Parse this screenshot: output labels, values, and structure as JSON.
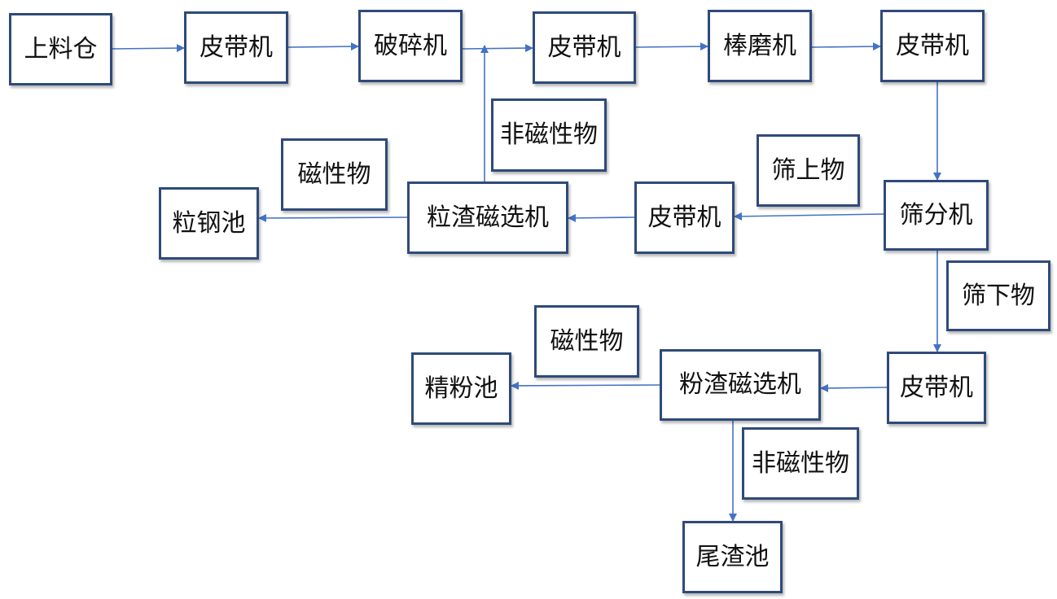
{
  "nodes": {
    "feed_bin": "上料仓",
    "belt_1": "皮带机",
    "crusher": "破碎机",
    "belt_2": "皮带机",
    "rod_mill": "棒磨机",
    "belt_3": "皮带机",
    "screen": "筛分机",
    "belt_4": "皮带机",
    "granule_separator": "粒渣磁选机",
    "granule_steel_pool": "粒钢池",
    "belt_5": "皮带机",
    "powder_separator": "粉渣磁选机",
    "fine_powder_pool": "精粉池",
    "tailings_pool": "尾渣池"
  },
  "labels": {
    "non_magnetic_1": "非磁性物",
    "magnetic_1": "磁性物",
    "oversize": "筛上物",
    "undersize": "筛下物",
    "magnetic_2": "磁性物",
    "non_magnetic_2": "非磁性物"
  },
  "colors": {
    "box_border": "#2f4a7a",
    "arrow": "#4472c4"
  }
}
